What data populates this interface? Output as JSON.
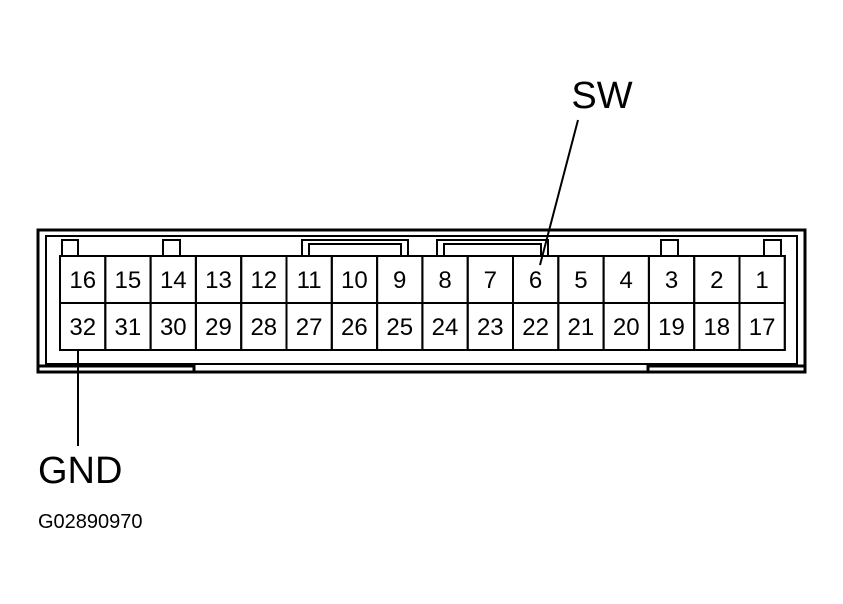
{
  "diagram": {
    "callouts": {
      "sw": "SW",
      "gnd": "GND"
    },
    "figure_id": "G02890970",
    "connector": {
      "top_row": [
        "16",
        "15",
        "14",
        "13",
        "12",
        "11",
        "10",
        "9",
        "8",
        "7",
        "6",
        "5",
        "4",
        "3",
        "2",
        "1"
      ],
      "bottom_row": [
        "32",
        "31",
        "30",
        "29",
        "28",
        "27",
        "26",
        "25",
        "24",
        "23",
        "22",
        "21",
        "20",
        "19",
        "18",
        "17"
      ]
    }
  }
}
